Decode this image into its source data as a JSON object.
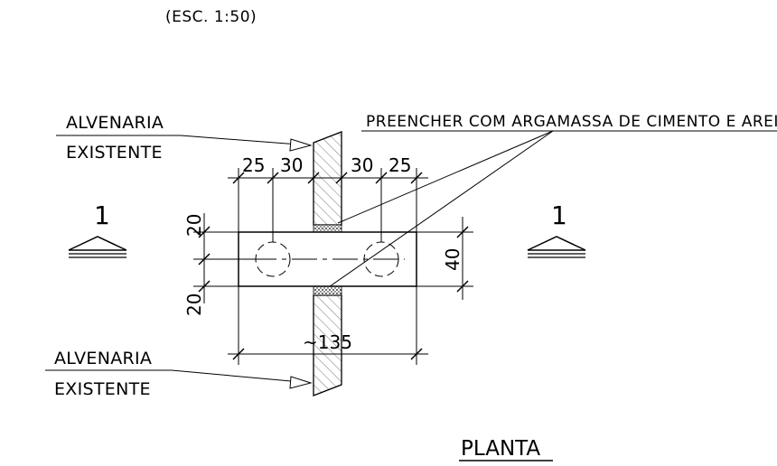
{
  "scale_note": "(ESC. 1:50)",
  "labels": {
    "alvenaria_top_1": "ALVENARIA",
    "alvenaria_top_2": "EXISTENTE",
    "alvenaria_bottom_1": "ALVENARIA",
    "alvenaria_bottom_2": "EXISTENTE",
    "fill_note": "PREENCHER COM ARGAMASSA DE CIMENTO E AREIA",
    "title": "PLANTA"
  },
  "section_markers": {
    "left": "1",
    "right": "1"
  },
  "dimensions": {
    "top_1": "25",
    "top_2": "30",
    "top_3": "30",
    "top_4": "25",
    "left_top": "20",
    "left_bottom": "20",
    "right": "40",
    "overall": "~135"
  }
}
